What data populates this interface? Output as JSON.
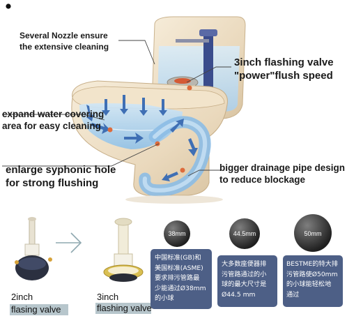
{
  "annotations": {
    "nozzle": [
      "Several Nozzle ensure",
      "the extensive cleaning"
    ],
    "valve": [
      "3inch flashing valve",
      "\"power\"flush speed"
    ],
    "water": [
      "expand water covering",
      "area for easy cleaning"
    ],
    "siphon": [
      "enlarge syphonic hole",
      "for strong flushing"
    ],
    "drain": [
      "bigger drainage pipe design",
      "to reduce blockage"
    ]
  },
  "valves": {
    "small": {
      "size": "2inch",
      "name": "flasing valve"
    },
    "large": {
      "size": "3inch",
      "name": "flashing valve"
    }
  },
  "balls": [
    {
      "label": "38mm",
      "text": [
        "中国标准(GB)和",
        "美国标准(ASME)",
        "要求排污管路最",
        "少能通过Ø38mm",
        "的小球"
      ]
    },
    {
      "label": "44.5mm",
      "text": [
        "大多数座便器排",
        "污管路通过的小",
        "球的最大尺寸是",
        "Ø44.5 mm"
      ]
    },
    {
      "label": "50mm",
      "text": [
        "BESTME的特大排",
        "污管路使Ø50mm",
        "的小球能轻松地",
        "通过"
      ]
    }
  ],
  "colors": {
    "caption_box": "#b7c6cc",
    "info_box": "#4d5f86",
    "arrow": "#3f6fb4"
  }
}
